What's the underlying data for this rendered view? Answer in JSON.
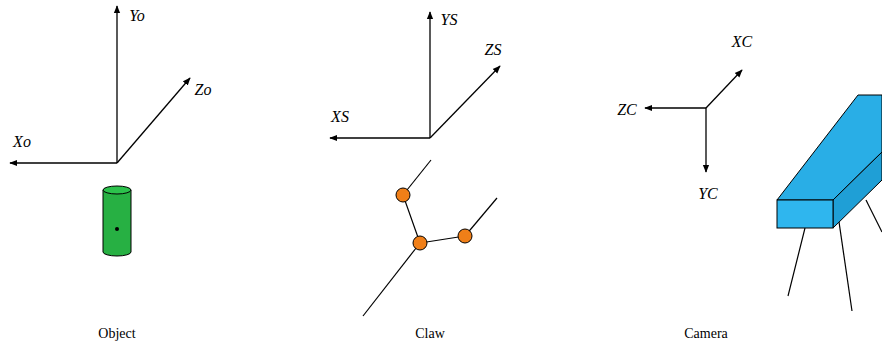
{
  "diagram": {
    "labels": [
      "Yo",
      "Zo",
      "Xo",
      "Object",
      "YS",
      "ZS",
      "XS",
      "Claw",
      "XC",
      "ZC",
      "YC",
      "Camera"
    ]
  }
}
